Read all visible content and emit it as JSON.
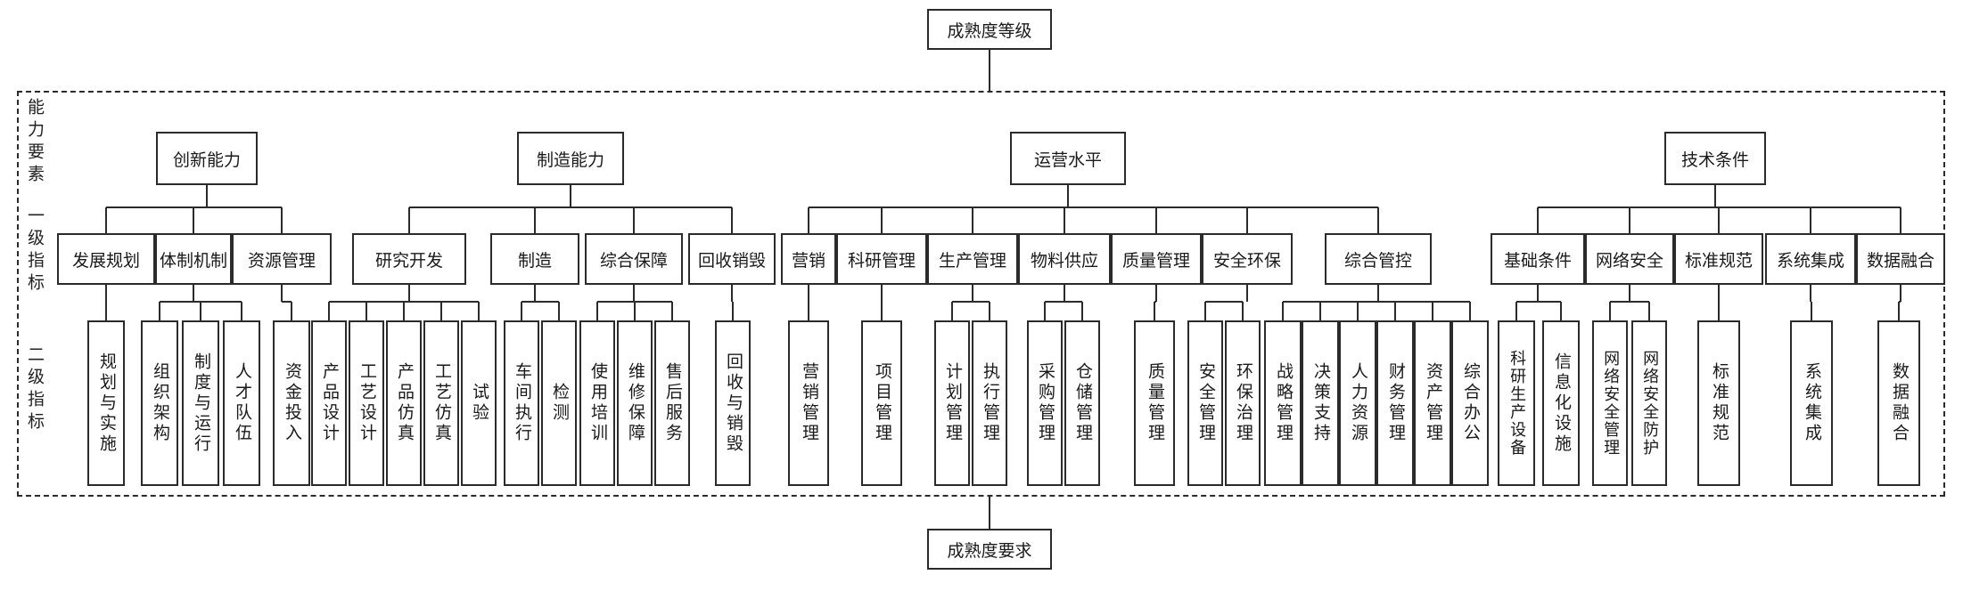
{
  "top_label": "成熟度等级",
  "bottom_label": "成熟度要求",
  "side_labels": {
    "capability": "能力要素",
    "level1": "一级指标",
    "level2": "二级指标"
  },
  "groups": [
    {
      "label": "创新能力",
      "children": [
        {
          "label": "发展规划",
          "items": [
            "规划与实施"
          ]
        },
        {
          "label": "体制机制",
          "items": [
            "组织架构",
            "制度与运行",
            "人才队伍"
          ]
        },
        {
          "label": "资源管理",
          "items": [
            "资金投入"
          ]
        }
      ]
    },
    {
      "label": "制造能力",
      "children": [
        {
          "label": "研究开发",
          "items": [
            "产品设计",
            "工艺设计",
            "产品仿真",
            "工艺仿真",
            "试验"
          ]
        },
        {
          "label": "制造",
          "items": [
            "车间执行",
            "检测"
          ]
        },
        {
          "label": "综合保障",
          "items": [
            "使用培训",
            "维修保障",
            "售后服务"
          ]
        },
        {
          "label": "回收销毁",
          "items": [
            "回收与销毁"
          ]
        }
      ]
    },
    {
      "label": "运营水平",
      "children": [
        {
          "label": "营销",
          "items": [
            "营销管理"
          ]
        },
        {
          "label": "科研管理",
          "items": [
            "项目管理"
          ]
        },
        {
          "label": "生产管理",
          "items": [
            "计划管理",
            "执行管理"
          ]
        },
        {
          "label": "物料供应",
          "items": [
            "采购管理",
            "仓储管理"
          ]
        },
        {
          "label": "质量管理",
          "items": [
            "质量管理"
          ]
        },
        {
          "label": "安全环保",
          "items": [
            "安全管理",
            "环保治理"
          ]
        },
        {
          "label": "综合管控",
          "items": [
            "战略管理",
            "决策支持",
            "人力资源",
            "财务管理",
            "资产管理",
            "综合办公"
          ]
        }
      ]
    },
    {
      "label": "技术条件",
      "children": [
        {
          "label": "基础条件",
          "items": [
            "科研生产设备",
            "信息化设施"
          ]
        },
        {
          "label": "网络安全",
          "items": [
            "网络安全管理",
            "网络安全防护"
          ]
        },
        {
          "label": "标准规范",
          "items": [
            "标准规范"
          ]
        },
        {
          "label": "系统集成",
          "items": [
            "系统集成"
          ]
        },
        {
          "label": "数据融合",
          "items": [
            "数据融合"
          ]
        }
      ]
    }
  ]
}
